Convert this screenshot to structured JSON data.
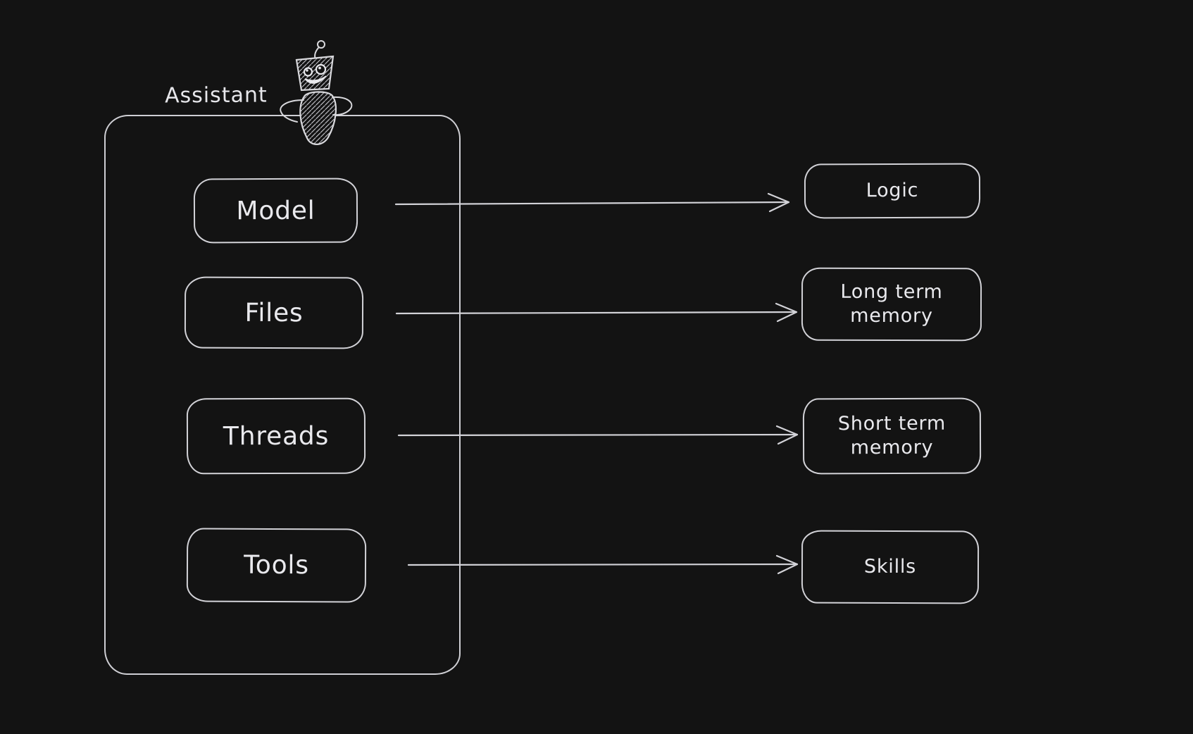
{
  "diagram": {
    "background": "#131313",
    "stroke_color": "#d2d2d7",
    "text_color": "#e9e9ed",
    "container": {
      "label": "Assistant",
      "icon": "robot-doodle",
      "nodes": [
        {
          "id": "model",
          "label": "Model"
        },
        {
          "id": "files",
          "label": "Files"
        },
        {
          "id": "threads",
          "label": "Threads"
        },
        {
          "id": "tools",
          "label": "Tools"
        }
      ]
    },
    "targets": [
      {
        "id": "logic",
        "label": "Logic"
      },
      {
        "id": "long_term_memory",
        "label": "Long term memory"
      },
      {
        "id": "short_term_memory",
        "label": "Short term memory"
      },
      {
        "id": "skills",
        "label": "Skills"
      }
    ],
    "connections": [
      {
        "from": "Model",
        "to": "Logic"
      },
      {
        "from": "Files",
        "to": "Long term memory"
      },
      {
        "from": "Threads",
        "to": "Short term memory"
      },
      {
        "from": "Tools",
        "to": "Skills"
      }
    ]
  }
}
